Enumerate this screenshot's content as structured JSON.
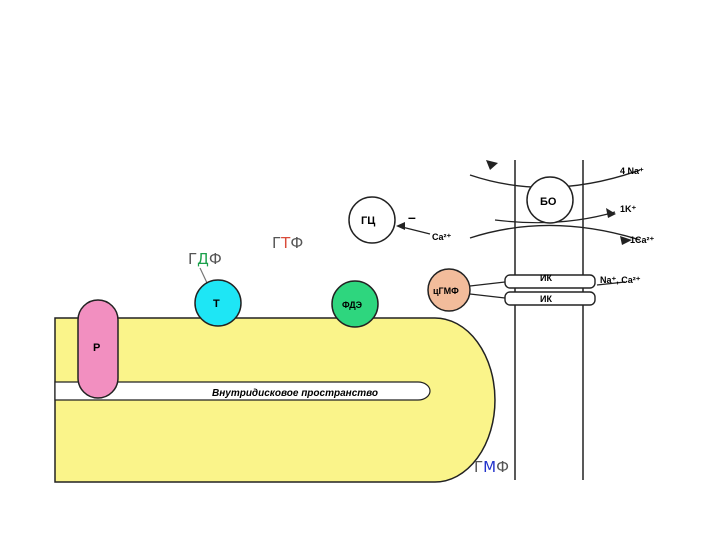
{
  "labels": {
    "gdf": {
      "part1": "Г",
      "part2": "Д",
      "part3": "Ф"
    },
    "gtf": {
      "part1": "Г",
      "part2": "Т",
      "part3": "Ф"
    },
    "gmf": {
      "part1": "Г",
      "part2": "М",
      "part3": "Ф"
    },
    "gts": "ГЦ",
    "minus": "–",
    "ca_gts": "Ca²⁺",
    "bo": "БО",
    "na_out": "4 Na⁺",
    "k_out": "1K⁺",
    "ca_out": "1Ca²⁺",
    "t": "Т",
    "fde": "ФДЭ",
    "cgmf": "цГМФ",
    "ik_top": "ИК",
    "ik_bottom": "ИК",
    "na_ca_in": "Na⁺, Ca²⁺",
    "r": "Р",
    "intradisk": "Внутридисковое пространство"
  },
  "colors": {
    "disk": "#faf48a",
    "rhodopsin": "#f28fc0",
    "transducin": "#1ee6f5",
    "pde": "#2ed67e",
    "cgmp": "#f2bc9b",
    "green_letter": "#1aa04a",
    "red_letter": "#d94b3a",
    "blue_letter": "#2233cc",
    "gray_letter": "#555555"
  }
}
